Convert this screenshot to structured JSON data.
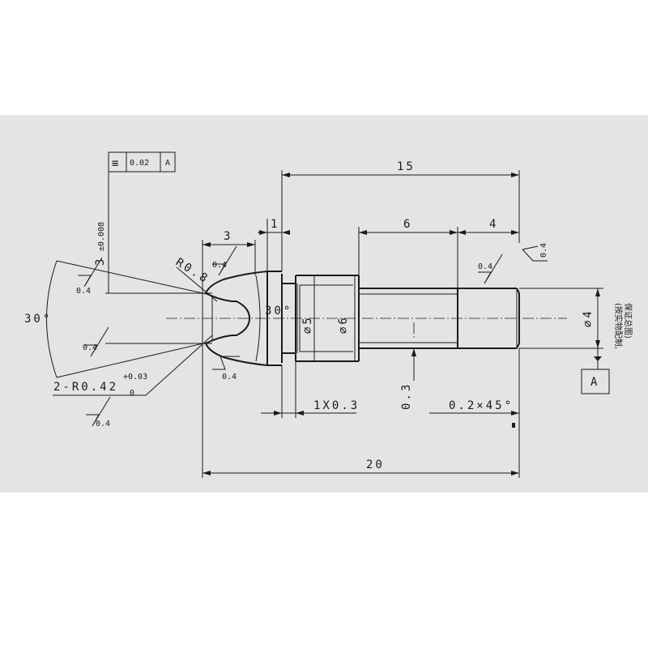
{
  "dimensions": {
    "total_length": "20",
    "length_15": "15",
    "length_1": "1",
    "length_3": "3",
    "length_6": "6",
    "length_4": "4",
    "dia_5": "⌀5",
    "dia_6": "⌀6",
    "dia_4": "⌀4",
    "groove": "1X0.3",
    "depth": "0.3",
    "chamfer": "0.2×45°",
    "angle_30": "30°",
    "angle_30_small": "30°",
    "tip_radius": "R0.8",
    "thickness_3": "3",
    "thickness_3_tol": "±0.008",
    "radius_2": "2-R0.42",
    "radius_2_tol_upper": "+0.03",
    "radius_2_tol_lower": "0"
  },
  "roughness": {
    "r1": "0.4",
    "r2": "0.4",
    "r3": "0.4",
    "r4": "0.4",
    "r5": "0.4",
    "r6": "0.4",
    "r7": "0.4"
  },
  "tolerance_frame": {
    "symbol": "≡",
    "value": "0.02",
    "datum": "A"
  },
  "datum_label": "A",
  "notes": {
    "line1": "(按实物配制,",
    "line2": "保证总图)"
  }
}
